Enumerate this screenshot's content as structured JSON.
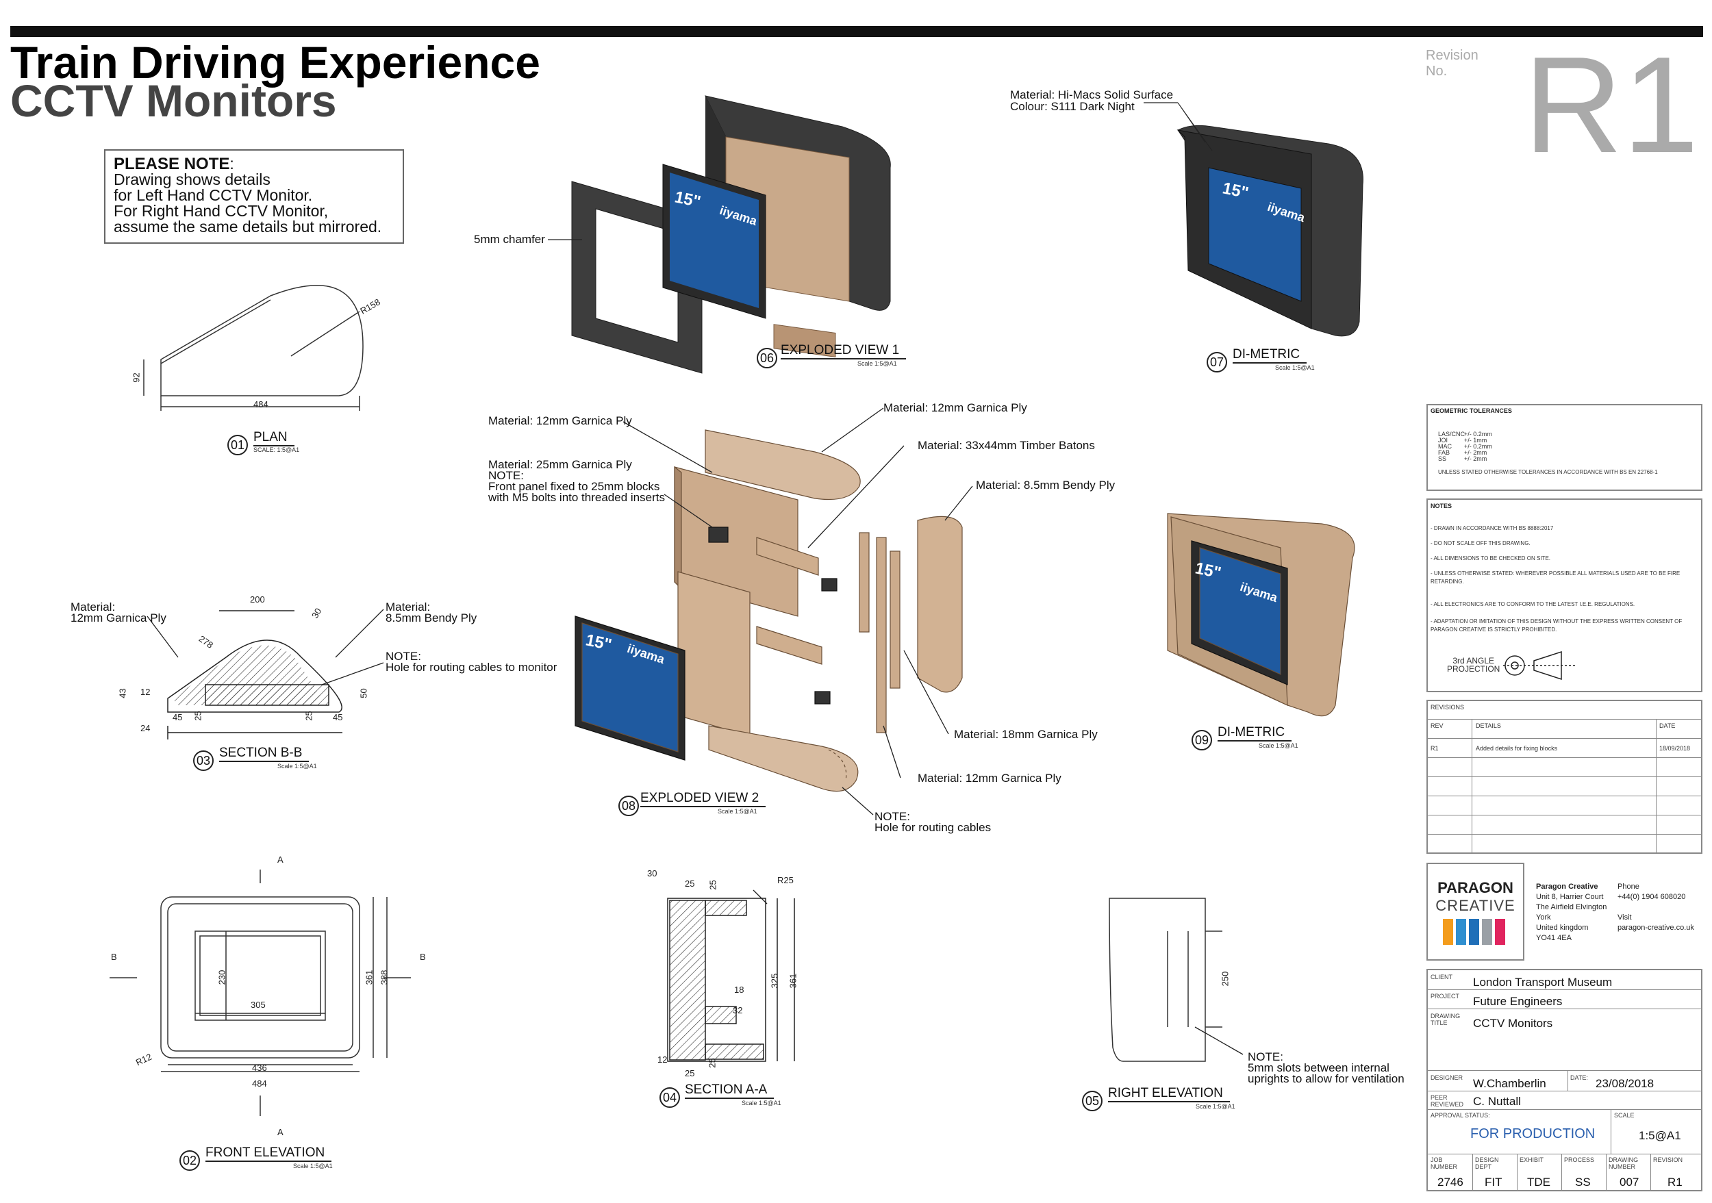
{
  "header": {
    "title_line1": "Train Driving Experience",
    "title_line2": "CCTV Monitors",
    "revision_label_1": "Revision",
    "revision_label_2": "No.",
    "revision_big": "R1"
  },
  "note": {
    "heading": "PLEASE NOTE",
    "colon": ":",
    "line1": "Drawing shows details",
    "line2": "for Left Hand CCTV Monitor.",
    "line3": "For Right Hand CCTV Monitor,",
    "line4": "assume the same details but mirrored."
  },
  "views": {
    "v01": {
      "num": "01",
      "title": "PLAN",
      "scale": "SCALE: 1:5@A1"
    },
    "v02": {
      "num": "02",
      "title": "FRONT ELEVATION",
      "scale": "Scale 1:5@A1"
    },
    "v03": {
      "num": "03",
      "title": "SECTION B-B",
      "scale": "Scale 1:5@A1"
    },
    "v04": {
      "num": "04",
      "title": "SECTION A-A",
      "scale": "Scale 1:5@A1"
    },
    "v05": {
      "num": "05",
      "title": "RIGHT ELEVATION",
      "scale": "Scale 1:5@A1"
    },
    "v06": {
      "num": "06",
      "title": "EXPLODED VIEW 1",
      "scale": "Scale 1:5@A1"
    },
    "v07": {
      "num": "07",
      "title": "DI-METRIC",
      "scale": "Scale 1:5@A1"
    },
    "v08": {
      "num": "08",
      "title": "EXPLODED VIEW 2",
      "scale": "Scale 1:5@A1"
    },
    "v09": {
      "num": "09",
      "title": "DI-METRIC",
      "scale": "Scale 1:5@A1"
    }
  },
  "callouts": {
    "chamfer": "5mm chamfer",
    "mat_solid_1": "Material: Hi-Macs Solid Surface",
    "mat_solid_2": "Colour: S111 Dark Night",
    "ply12_a": "Material: 12mm Garnica Ply",
    "ply12_top": "Material: 12mm Garnica Ply",
    "batons": "Material: 33x44mm Timber Batons",
    "bendy": "Material: 8.5mm Bendy Ply",
    "ply25_1": "Material: 25mm Garnica Ply",
    "ply25_2": "NOTE:",
    "ply25_3": "Front panel fixed to 25mm blocks",
    "ply25_4": "with M5 bolts into threaded inserts",
    "ply18": "Material: 18mm Garnica Ply",
    "ply12_b": "Material: 12mm Garnica Ply",
    "hole_1": "NOTE:",
    "hole_2": "Hole for routing cables",
    "sec_mat_l1": "Material:",
    "sec_mat_l2": "12mm Garnica Ply",
    "sec_mat_r1": "Material:",
    "sec_mat_r2": "8.5mm Bendy Ply",
    "sec_note1": "NOTE:",
    "sec_note2": "Hole for routing cables to monitor",
    "slots_1": "NOTE:",
    "slots_2": "5mm slots between internal",
    "slots_3": "uprights to allow for ventilation"
  },
  "monitor": {
    "size": "15\"",
    "brand": "iiyama"
  },
  "dims": {
    "plan_r": "R158",
    "plan_h": "92",
    "plan_w": "484",
    "s_200": "200",
    "s_278": "278",
    "s_30": "30",
    "s_43": "43",
    "s_12": "12",
    "s_24": "24",
    "s_45a": "45",
    "s_25a": "25",
    "s_25b": "25",
    "s_45b": "45",
    "s_50": "50",
    "f_a": "A",
    "f_a2": "A",
    "f_b": "B",
    "f_b2": "B",
    "f_230": "230",
    "f_305": "305",
    "f_361": "361",
    "f_388": "388",
    "f_r12": "R12",
    "f_436": "436",
    "f_484": "484",
    "a_30": "30",
    "a_25a": "25",
    "a_25b": "25",
    "a_r25": "R25",
    "a_18": "18",
    "a_32": "32",
    "a_325": "325",
    "a_361": "361",
    "a_12": "12",
    "a_25c": "25",
    "a_25d": "25",
    "r_250": "250"
  },
  "tolerances": {
    "heading": "GEOMETRIC TOLERANCES",
    "rows": [
      {
        "k": "LAS/CNC",
        "v": "+/- 0.2mm"
      },
      {
        "k": "JOI",
        "v": "+/- 1mm"
      },
      {
        "k": "MAC",
        "v": "+/- 0.2mm"
      },
      {
        "k": "FAB",
        "v": "+/- 2mm"
      },
      {
        "k": "SS",
        "v": "+/- 2mm"
      }
    ],
    "footer": "UNLESS STATED OTHERWISE TOLERANCES IN ACCORDANCE WITH BS EN 22768-1"
  },
  "notes": {
    "heading": "NOTES",
    "items": [
      "- DRAWN IN ACCORDANCE WITH BS 8888:2017",
      "- DO NOT SCALE OFF THIS DRAWING.",
      "- ALL DIMENSIONS TO BE CHECKED ON SITE.",
      "- UNLESS OTHERWISE STATED: WHEREVER POSSIBLE ALL MATERIALS USED ARE TO BE FIRE RETARDING.",
      "- ALL ELECTRONICS ARE TO CONFORM TO THE LATEST I.E.E. REGULATIONS.",
      "- ADAPTATION OR IMITATION OF THIS DESIGN WITHOUT THE EXPRESS WRITTEN CONSENT OF PARAGON CREATIVE IS STRICTLY PROHIBITED."
    ],
    "projection_1": "3rd ANGLE",
    "projection_2": "PROJECTION"
  },
  "revisions": {
    "heading": "REVISIONS",
    "col_rev": "REV",
    "col_details": "DETAILS",
    "col_date": "DATE",
    "rows": [
      {
        "rev": "R1",
        "details": "Added details for fixing blocks",
        "date": "18/09/2018"
      }
    ]
  },
  "company": {
    "logo_name": "PARAGON",
    "logo_sub": "CREATIVE",
    "logo_colors": [
      "#f39c1c",
      "#2f8fd0",
      "#1f6fb8",
      "#9aa0a6",
      "#e0245e"
    ],
    "name": "Paragon Creative",
    "addr1": "Unit 8, Harrier Court",
    "addr2": "The Airfield Elvington",
    "addr3": "York",
    "addr4": "United kingdom",
    "addr5": "YO41 4EA",
    "phone_label": "Phone",
    "phone": "+44(0) 1904 608020",
    "visit_label": "Visit",
    "web": "paragon-creative.co.uk"
  },
  "titleblock": {
    "client_label": "CLIENT",
    "client": "London Transport Museum",
    "project_label": "PROJECT",
    "project": "Future Engineers",
    "drawing_label": "DRAWING TITLE",
    "drawing": "CCTV Monitors",
    "designer_label": "DESIGNER",
    "designer": "W.Chamberlin",
    "date_label": "DATE:",
    "date": "23/08/2018",
    "peer_label": "PEER REVIEWED",
    "peer": "C. Nuttall",
    "approval_label": "APPROVAL STATUS:",
    "approval": "FOR PRODUCTION",
    "scale_label": "SCALE",
    "scale": "1:5@A1",
    "job_label": "JOB NUMBER",
    "job": "2746",
    "dept_label": "DESIGN DEPT",
    "dept": "FIT",
    "exhibit_label": "EXHIBIT",
    "exhibit": "TDE",
    "process_label": "PROCESS",
    "process": "SS",
    "drawno_label": "DRAWING NUMBER",
    "drawno": "007",
    "rev_label": "REVISION",
    "rev": "R1",
    "approval_color": "#2a5fae"
  }
}
